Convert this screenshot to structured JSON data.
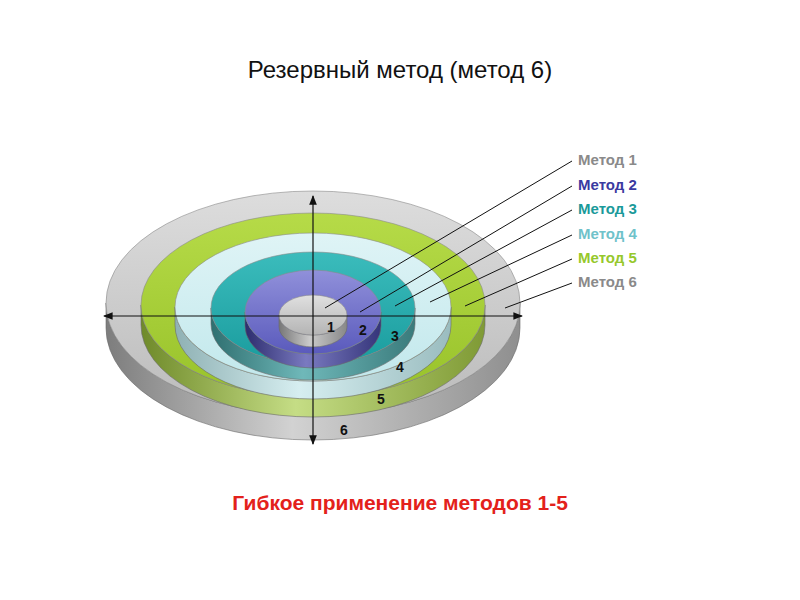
{
  "diagram": {
    "title": "Резервный метод (метод 6)",
    "caption": "Гибкое применение методов 1-5",
    "nodes": [
      {
        "text": [
          "6"
        ]
      },
      {
        "text": [
          "5"
        ],
        "in": 0
      },
      {
        "text": [
          "4"
        ],
        "in": 1
      },
      {
        "text": [
          "3"
        ],
        "in": 2
      },
      {
        "text": [
          "2"
        ],
        "in": 3
      },
      {
        "text": [
          "1"
        ],
        "in": 4
      }
    ],
    "labels": [
      "Метод 1",
      "Метод 2",
      "Метод 3",
      "Метод 4",
      "Метод 5",
      "Метод 6"
    ]
  }
}
